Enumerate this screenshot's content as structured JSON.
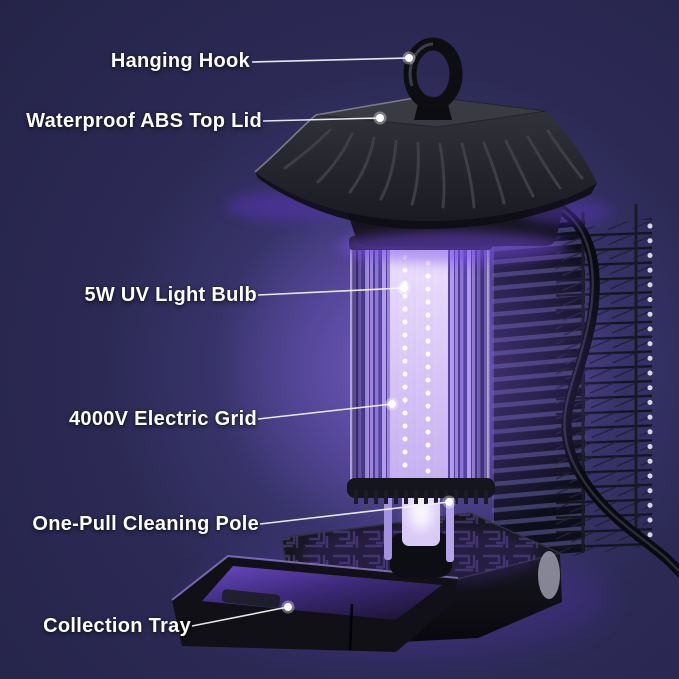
{
  "diagram": {
    "labels": [
      {
        "id": "hanging-hook",
        "text": "Hanging Hook"
      },
      {
        "id": "waterproof-abs-top-lid",
        "text": "Waterproof ABS Top Lid"
      },
      {
        "id": "uv-light-bulb",
        "text": "5W UV Light Bulb"
      },
      {
        "id": "electric-grid",
        "text": "4000V Electric Grid"
      },
      {
        "id": "cleaning-pole",
        "text": "One-Pull Cleaning Pole"
      },
      {
        "id": "collection-tray",
        "text": "Collection Tray"
      }
    ],
    "colors": {
      "background_dark": "#1d1c36",
      "background_glow": "#6e64be",
      "uv_purple": "#a88ce8",
      "device_black": "#1a1a22",
      "label_text": "#ffffff",
      "leader_line": "#f2f2f8"
    }
  }
}
